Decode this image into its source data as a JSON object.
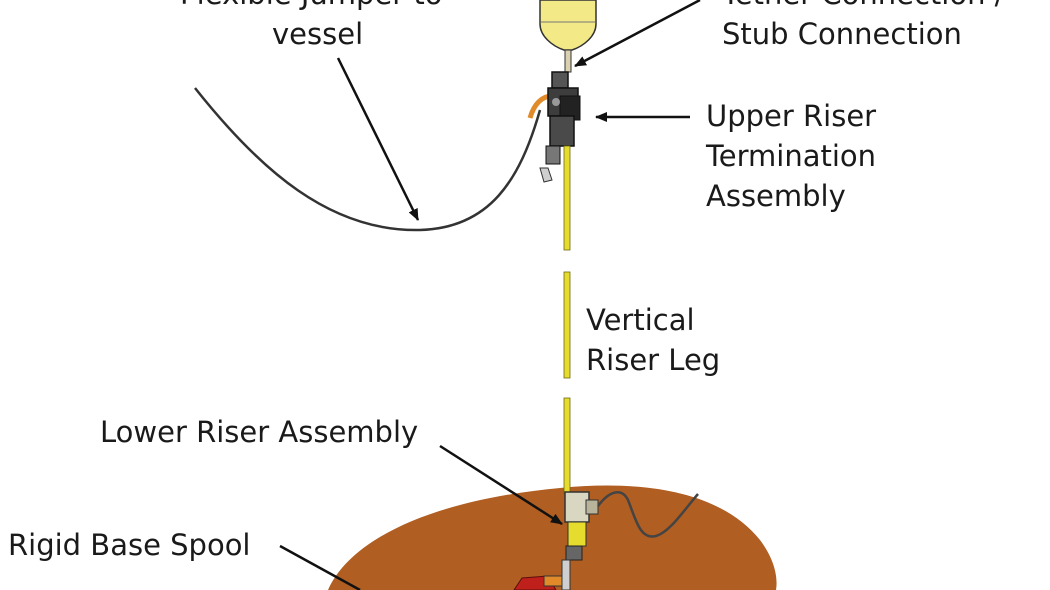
{
  "labels": {
    "flexible_jumper": [
      "Flexible Jumper to",
      "vessel"
    ],
    "tether": [
      "Tether Connection /",
      "Stub Connection"
    ],
    "upper_riser": [
      "Upper Riser",
      "Termination",
      "Assembly"
    ],
    "vertical_riser": [
      "Vertical",
      "Riser Leg"
    ],
    "lower_riser": "Lower Riser Assembly",
    "rigid_base": "Rigid Base Spool"
  },
  "colors": {
    "buoy": "#f3e987",
    "riser": "#e6dc2e",
    "seabed": "#b05e22",
    "line": "#1a1a1a",
    "spool": "#c0201b"
  }
}
